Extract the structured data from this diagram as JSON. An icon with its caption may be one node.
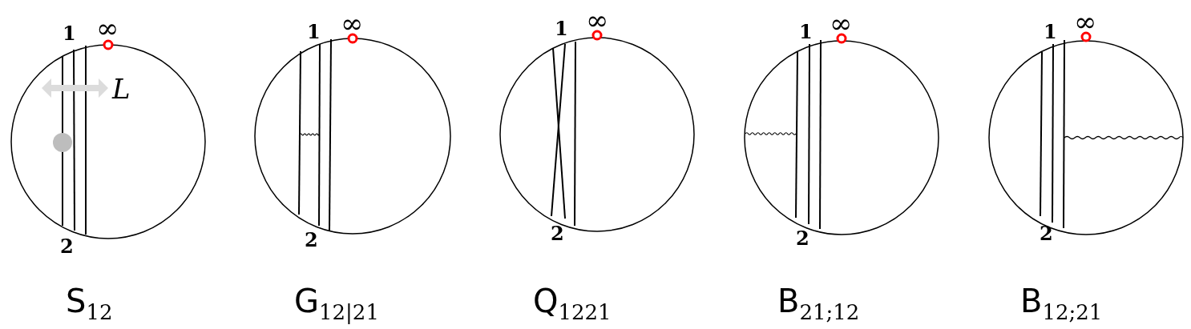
{
  "diagram": {
    "labels": [
      "1",
      "∞",
      "L",
      "2",
      "S$_{12}$",
      "1",
      "∞",
      "2",
      "G$_{12|21}$",
      "1",
      "∞",
      "2",
      "Q$_{1221}$",
      "1",
      "∞",
      "2",
      "B$_{21;12}$",
      "1",
      "∞",
      "2",
      "B$_{12;21}$"
    ]
  }
}
